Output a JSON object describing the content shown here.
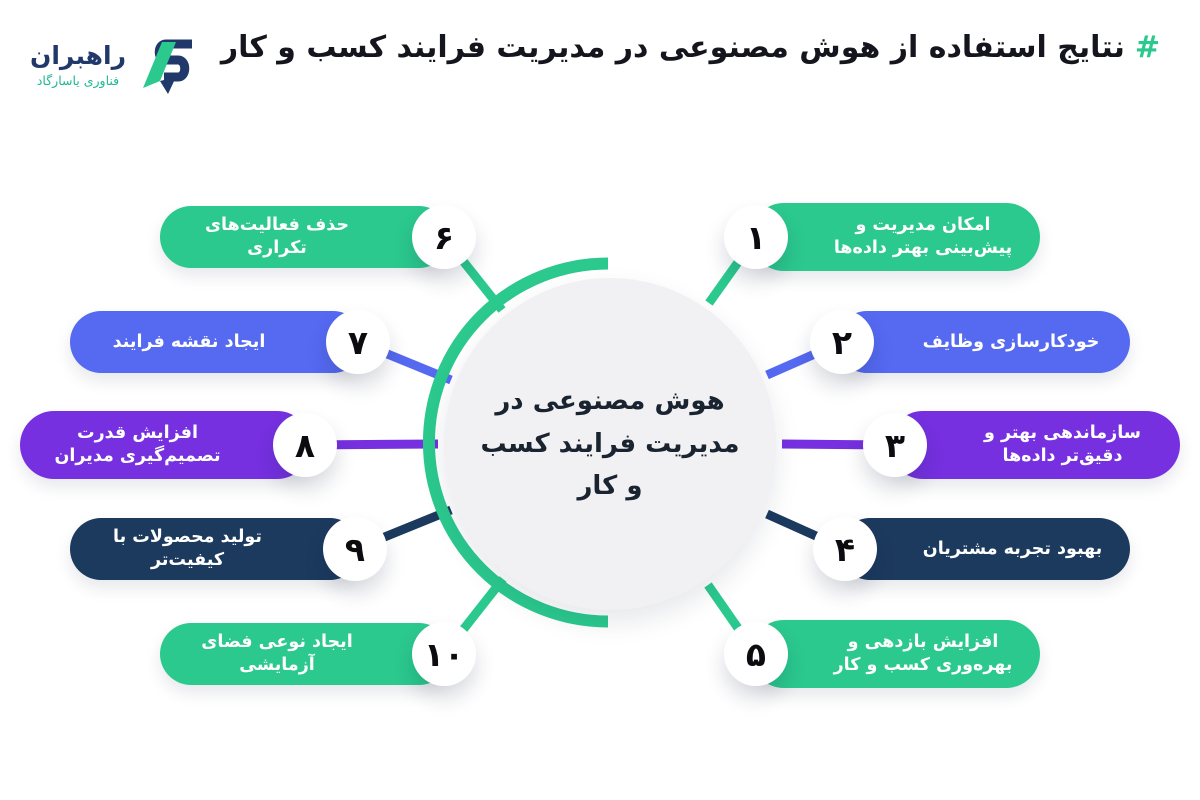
{
  "brand": {
    "name": "راهبران",
    "subtitle": "فناوری یاسارگاد"
  },
  "title": {
    "hash": "#",
    "text": "نتایج استفاده از هوش مصنوعی در مدیریت فرایند کسب و کار"
  },
  "center": {
    "label": "هوش مصنوعی در مدیریت فرایند کسب و کار"
  },
  "items": [
    {
      "num": "۱",
      "label": "امکان مدیریت و پیش‌بینی بهتر داده‌ها",
      "color": "#2BC98E",
      "side": "right"
    },
    {
      "num": "۲",
      "label": "خودکارسازی وظایف",
      "color": "#5569F1",
      "side": "right"
    },
    {
      "num": "۳",
      "label": "سازماندهی بهتر و دقیق‌تر داده‌ها",
      "color": "#7630E0",
      "side": "right"
    },
    {
      "num": "۴",
      "label": "بهبود تجربه مشتریان",
      "color": "#1C3A5E",
      "side": "right"
    },
    {
      "num": "۵",
      "label": "افزایش بازدهی و بهره‌وری کسب و کار",
      "color": "#2BC98E",
      "side": "right"
    },
    {
      "num": "۶",
      "label": "حذف فعالیت‌های تکراری",
      "color": "#2BC98E",
      "side": "left"
    },
    {
      "num": "۷",
      "label": "ایجاد نقشه فرایند",
      "color": "#5569F1",
      "side": "left"
    },
    {
      "num": "۸",
      "label": "افزایش قدرت تصمیم‌گیری مدیران",
      "color": "#7630E0",
      "side": "left"
    },
    {
      "num": "۹",
      "label": "تولید محصولات با کیفیت‌تر",
      "color": "#1C3A5E",
      "side": "left"
    },
    {
      "num": "۱۰",
      "label": "ایجاد نوعی فضای آزمایشی",
      "color": "#2BC98E",
      "side": "left"
    }
  ],
  "colors": {
    "green": "#2BC98E",
    "blue": "#5569F1",
    "purple": "#7630E0",
    "navy": "#1C3A5E",
    "title_text": "#15151D",
    "center_disc": "#F1F1F3",
    "logo_name": "#21386B",
    "logo_subtitle": "#1FB892"
  }
}
